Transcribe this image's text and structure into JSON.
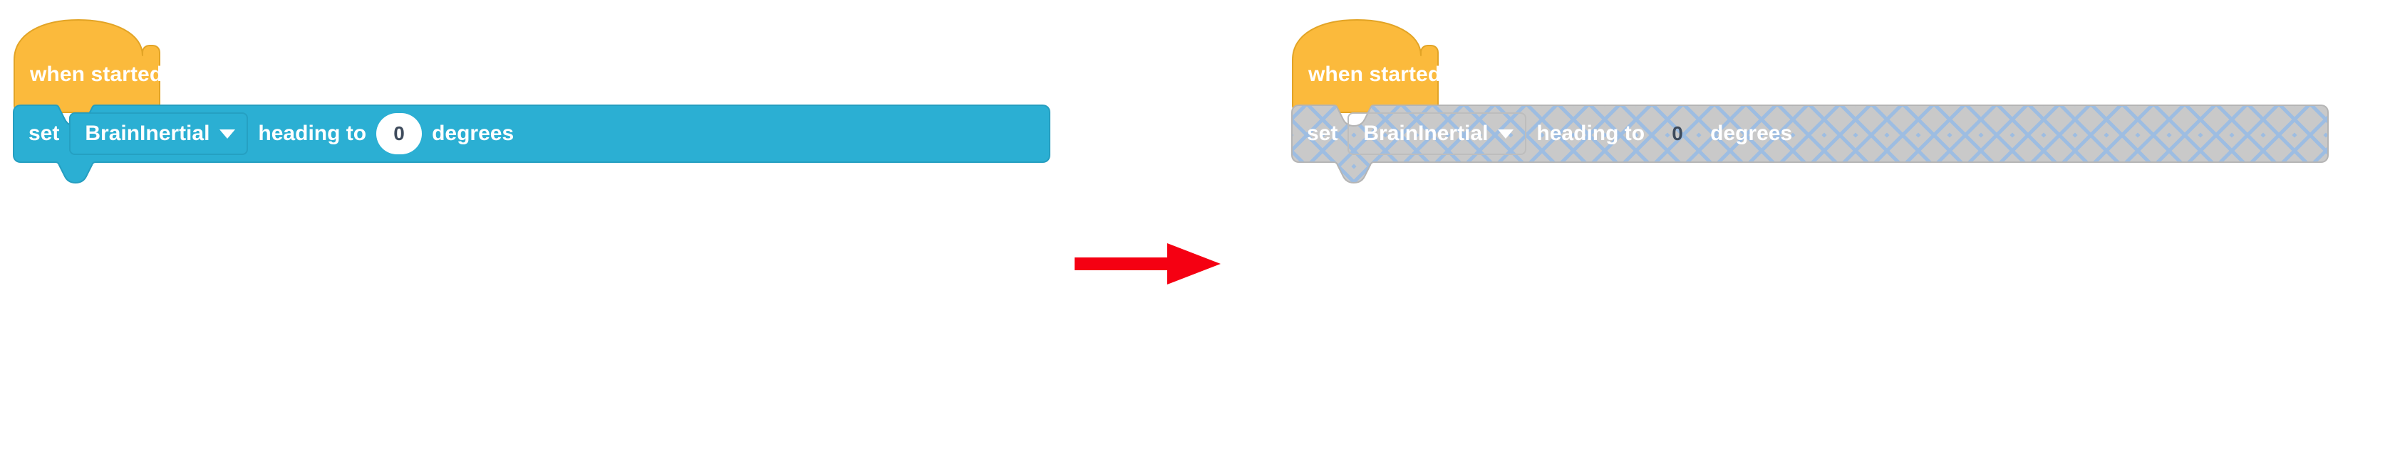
{
  "palette": {
    "background": "#ffffff",
    "hat_fill": "#FBBA3C",
    "hat_stroke": "#E2A426",
    "statement_fill": "#2BAFD3",
    "statement_stroke": "#259EC0",
    "disabled_fill": "#C9C9C9",
    "disabled_stroke": "#B5B5B5",
    "hatch_line": "#9DBDE2",
    "arrow_red": "#F50012",
    "text_white": "#ffffff",
    "number_text": "#3E4B5C"
  },
  "arrow": {
    "name": "red-right-arrow",
    "direction": "right",
    "color": "#F50012"
  },
  "stacks": [
    {
      "id": "enabled",
      "state": "enabled",
      "hat": {
        "label": "when started",
        "color": "#FBBA3C"
      },
      "statement": {
        "prefix": "set",
        "dropdown": {
          "value": "BrainInertial",
          "caret": "chevron-down-icon"
        },
        "middle": "heading to",
        "number": "0",
        "suffix": "degrees"
      }
    },
    {
      "id": "disabled",
      "state": "disabled",
      "hat": {
        "label": "when started",
        "color": "#FBBA3C"
      },
      "statement": {
        "prefix": "set",
        "dropdown": {
          "value": "BrainInertial",
          "caret": "chevron-down-icon"
        },
        "middle": "heading to",
        "number": "0",
        "suffix": "degrees"
      }
    }
  ]
}
